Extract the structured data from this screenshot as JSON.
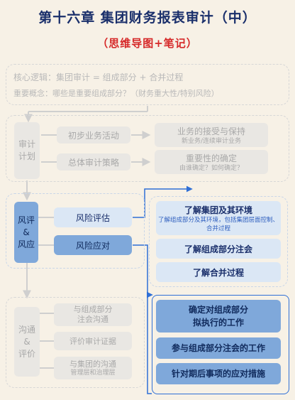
{
  "title": "第十六章 集团财务报表审计（中）",
  "subtitle": "（思维导图+笔记）",
  "summary": {
    "logic": "核心逻辑：集团审计 = 组成部分 + 合并过程",
    "concept": "重要概念：哪些是重要组成部分？（财务重大性/特别风险）"
  },
  "audit_plan": {
    "label_l1": "审计",
    "label_l2": "计划",
    "items": [
      {
        "label": "初步业务活动",
        "detail": "业务的接受与保持",
        "note": "新业务/连续审计业务"
      },
      {
        "label": "总体审计策略",
        "detail": "重要性的确定",
        "note": "由谁确定？如何确定？"
      }
    ]
  },
  "risk": {
    "label_l1": "风评",
    "label_amp": "&",
    "label_l2": "风应",
    "assess": "风险评估",
    "respond": "风险应对",
    "assess_items": [
      {
        "title": "了解集团及其环境",
        "note": "了解组成部分及其环境，包括集团层面控制、合并过程"
      },
      {
        "title": "了解组成部分注会"
      },
      {
        "title": "了解合并过程"
      }
    ],
    "respond_items": [
      {
        "line1": "确定对组成部分",
        "line2": "拟执行的工作"
      },
      {
        "line1": "参与组成部分注会的工作"
      },
      {
        "line1": "针对期后事项的应对措施"
      }
    ]
  },
  "communicate": {
    "label_l1": "沟通",
    "label_amp": "&",
    "label_l2": "评价",
    "items": [
      {
        "line1": "与组成部分",
        "line2": "注会沟通"
      },
      {
        "line1": "评价审计证据"
      },
      {
        "line1": "与集团的沟通",
        "note": "管理层和治理层"
      }
    ]
  },
  "colors": {
    "title": "#1a2f6b",
    "subtitle": "#d62828",
    "accent_blue": "#7fa8da",
    "light_blue": "#dbe7f5",
    "grey_box": "#e9e7e3",
    "background": "#f7f1e6"
  }
}
